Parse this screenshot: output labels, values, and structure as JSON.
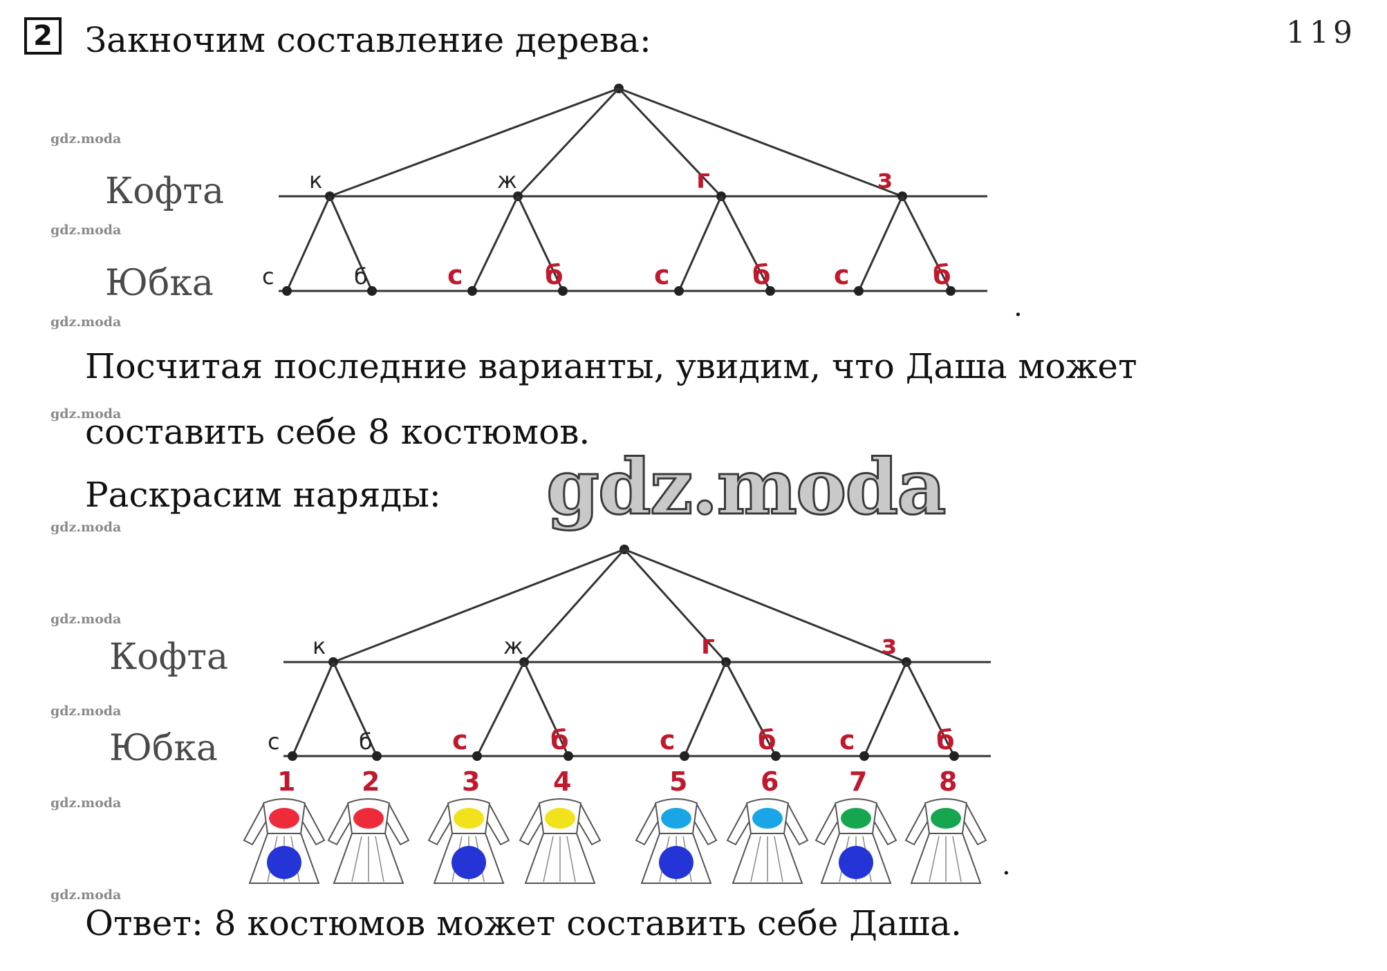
{
  "task_number": "2",
  "corner_mark": "119",
  "heading": "Закночим составление дерева:",
  "paragraph_line1": "Посчитая последние варианты, увидим, что Даша может",
  "paragraph_line2": "составить себе 8 костюмов.",
  "paint_caption": "Раскрасим наряды:",
  "answer": "Ответ: 8 костюмов может составить себе Даша.",
  "watermark_small": "gdz.moda",
  "watermark_big": "gdz.moda",
  "tree": {
    "row_top_label": "Кофта",
    "row_bottom_label": "Юбка",
    "tops": [
      {
        "label": "к",
        "style": "black"
      },
      {
        "label": "ж",
        "style": "black"
      },
      {
        "label": "г",
        "style": "red"
      },
      {
        "label": "з",
        "style": "red"
      }
    ],
    "skirts": [
      {
        "label": "с",
        "style": "black"
      },
      {
        "label": "б",
        "style": "black"
      },
      {
        "label": "с",
        "style": "red"
      },
      {
        "label": "б",
        "style": "red"
      },
      {
        "label": "с",
        "style": "red"
      },
      {
        "label": "б",
        "style": "red"
      },
      {
        "label": "с",
        "style": "red"
      },
      {
        "label": "б",
        "style": "red"
      }
    ]
  },
  "outfits": [
    {
      "number": "1",
      "top_color": "#ee2b3a",
      "skirt_color": "#2434d6",
      "skirt_filled": true
    },
    {
      "number": "2",
      "top_color": "#ee2b3a",
      "skirt_color": "#ffffff",
      "skirt_filled": false
    },
    {
      "number": "3",
      "top_color": "#f2e21c",
      "skirt_color": "#2434d6",
      "skirt_filled": true
    },
    {
      "number": "4",
      "top_color": "#f2e21c",
      "skirt_color": "#ffffff",
      "skirt_filled": false
    },
    {
      "number": "5",
      "top_color": "#1aa6e6",
      "skirt_color": "#2434d6",
      "skirt_filled": true
    },
    {
      "number": "6",
      "top_color": "#1aa6e6",
      "skirt_color": "#ffffff",
      "skirt_filled": false
    },
    {
      "number": "7",
      "top_color": "#16a650",
      "skirt_color": "#2434d6",
      "skirt_filled": true
    },
    {
      "number": "8",
      "top_color": "#16a650",
      "skirt_color": "#ffffff",
      "skirt_filled": false
    }
  ],
  "colors": {
    "red_label": "#c0182c",
    "line": "#333333"
  }
}
